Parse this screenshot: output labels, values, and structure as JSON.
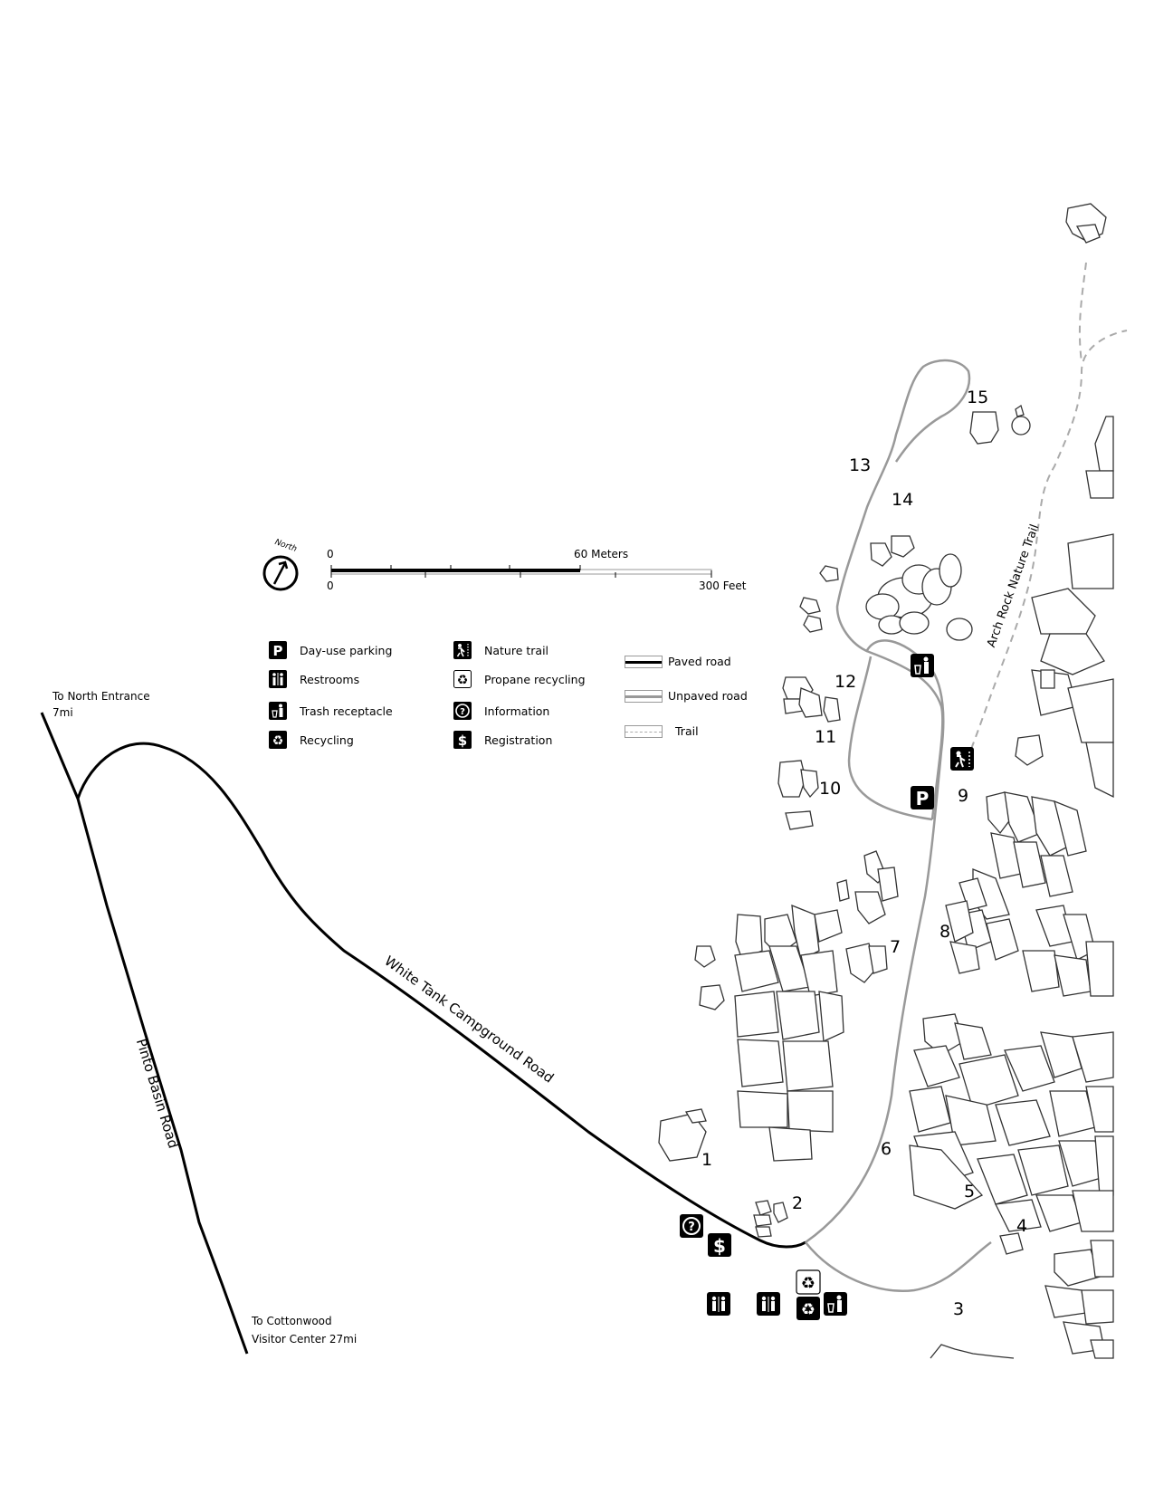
{
  "compass": {
    "label": "North"
  },
  "scale_bar": {
    "top_start": "0",
    "top_end": "60 Meters",
    "bottom_start": "0",
    "bottom_end": "300 Feet"
  },
  "legend": {
    "symbols": [
      {
        "icon": "parking-icon",
        "label": "Day-use parking"
      },
      {
        "icon": "restrooms-icon",
        "label": "Restrooms"
      },
      {
        "icon": "trash-receptacle-icon",
        "label": "Trash receptacle"
      },
      {
        "icon": "recycling-icon",
        "label": "Recycling"
      },
      {
        "icon": "nature-trail-icon",
        "label": "Nature trail"
      },
      {
        "icon": "propane-recycling-icon",
        "label": "Propane recycling"
      },
      {
        "icon": "information-icon",
        "label": "Information"
      },
      {
        "icon": "registration-icon",
        "label": "Registration"
      }
    ],
    "lines": [
      {
        "type": "paved",
        "label": "Paved road",
        "color": "#000000"
      },
      {
        "type": "unpaved",
        "label": "Unpaved road",
        "color": "#999999"
      },
      {
        "type": "trail",
        "label": "Trail",
        "color": "#aaaaaa"
      }
    ]
  },
  "directions": {
    "north_entrance_line1": "To North Entrance",
    "north_entrance_line2": "7mi",
    "cottonwood_line1": "To Cottonwood",
    "cottonwood_line2": "Visitor Center 27mi"
  },
  "roads": {
    "pinto_basin": "Pinto Basin Road",
    "white_tank": "White Tank Campground Road",
    "arch_rock_trail": "Arch Rock Nature Trail"
  },
  "campsites": [
    "1",
    "2",
    "3",
    "4",
    "5",
    "6",
    "7",
    "8",
    "9",
    "10",
    "11",
    "12",
    "13",
    "14",
    "15"
  ],
  "colors": {
    "paved": "#000000",
    "unpaved": "#999999",
    "trail": "#aaaaaa",
    "rock_outline": "#333333"
  }
}
